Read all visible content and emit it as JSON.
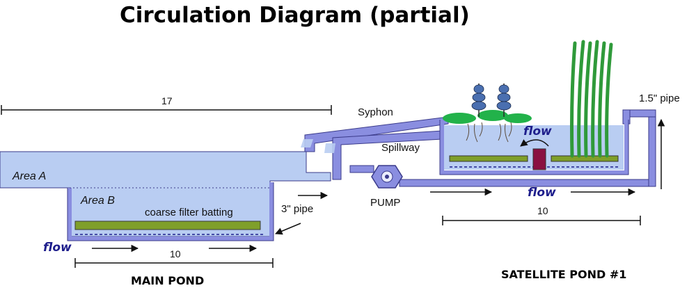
{
  "title": "Circulation Diagram (partial)",
  "labels": {
    "dim_17": "17",
    "dim_main_10": "10",
    "dim_sat_10": "10",
    "area_a": "Area A",
    "area_b": "Area B",
    "filter": "coarse filter batting",
    "flow_main": "flow",
    "flow_sat_top": "flow",
    "flow_sat_bottom": "flow",
    "syphon": "Syphon",
    "spillway": "Spillway",
    "pump": "PUMP",
    "pipe_3": "3\" pipe",
    "pipe_15": "1.5\" pipe",
    "main_pond": "MAIN POND",
    "satellite_pond": "SATELLITE POND #1"
  },
  "colors": {
    "water": "#b9cdf2",
    "wall": "#8a8ee0",
    "outline": "#3a3a8a",
    "filter": "#7f9f2a",
    "reed": "#2f9a3a",
    "leaf": "#22b24a",
    "spike": "#4a6fb0",
    "baffle": "#8a1040"
  }
}
